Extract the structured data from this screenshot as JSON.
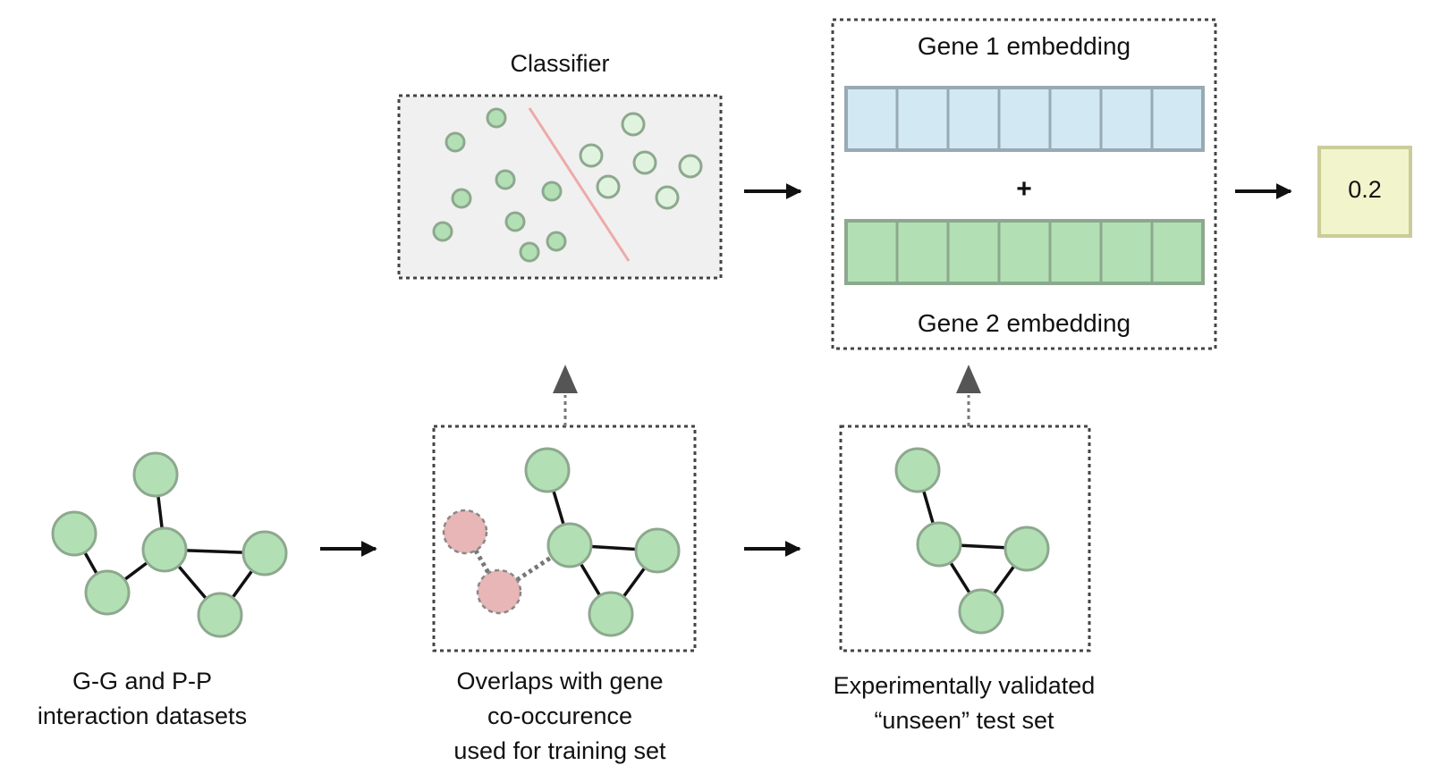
{
  "classifier": {
    "title": "Classifier"
  },
  "embedding": {
    "gene1_label": "Gene 1 embedding",
    "gene2_label": "Gene 2 embedding",
    "plus": "+",
    "cells": 7,
    "gene1_color": "#d2e8f2",
    "gene2_color": "#b2e0b4"
  },
  "output": {
    "value": "0.2",
    "color": "#f2f4cc"
  },
  "captions": {
    "datasets": [
      "G-G and P-P",
      "interaction datasets"
    ],
    "training": [
      "Overlaps with gene",
      "co-occurence",
      "used for training set"
    ],
    "test": [
      "Experimentally validated",
      "“unseen” test set"
    ]
  },
  "colors": {
    "node_fill": "#b2e0b4",
    "node_stroke": "#8da88e",
    "removed_node_fill": "#e8b6b6",
    "divider": "#eeaaaa",
    "light_point_fill": "#dff3df"
  }
}
